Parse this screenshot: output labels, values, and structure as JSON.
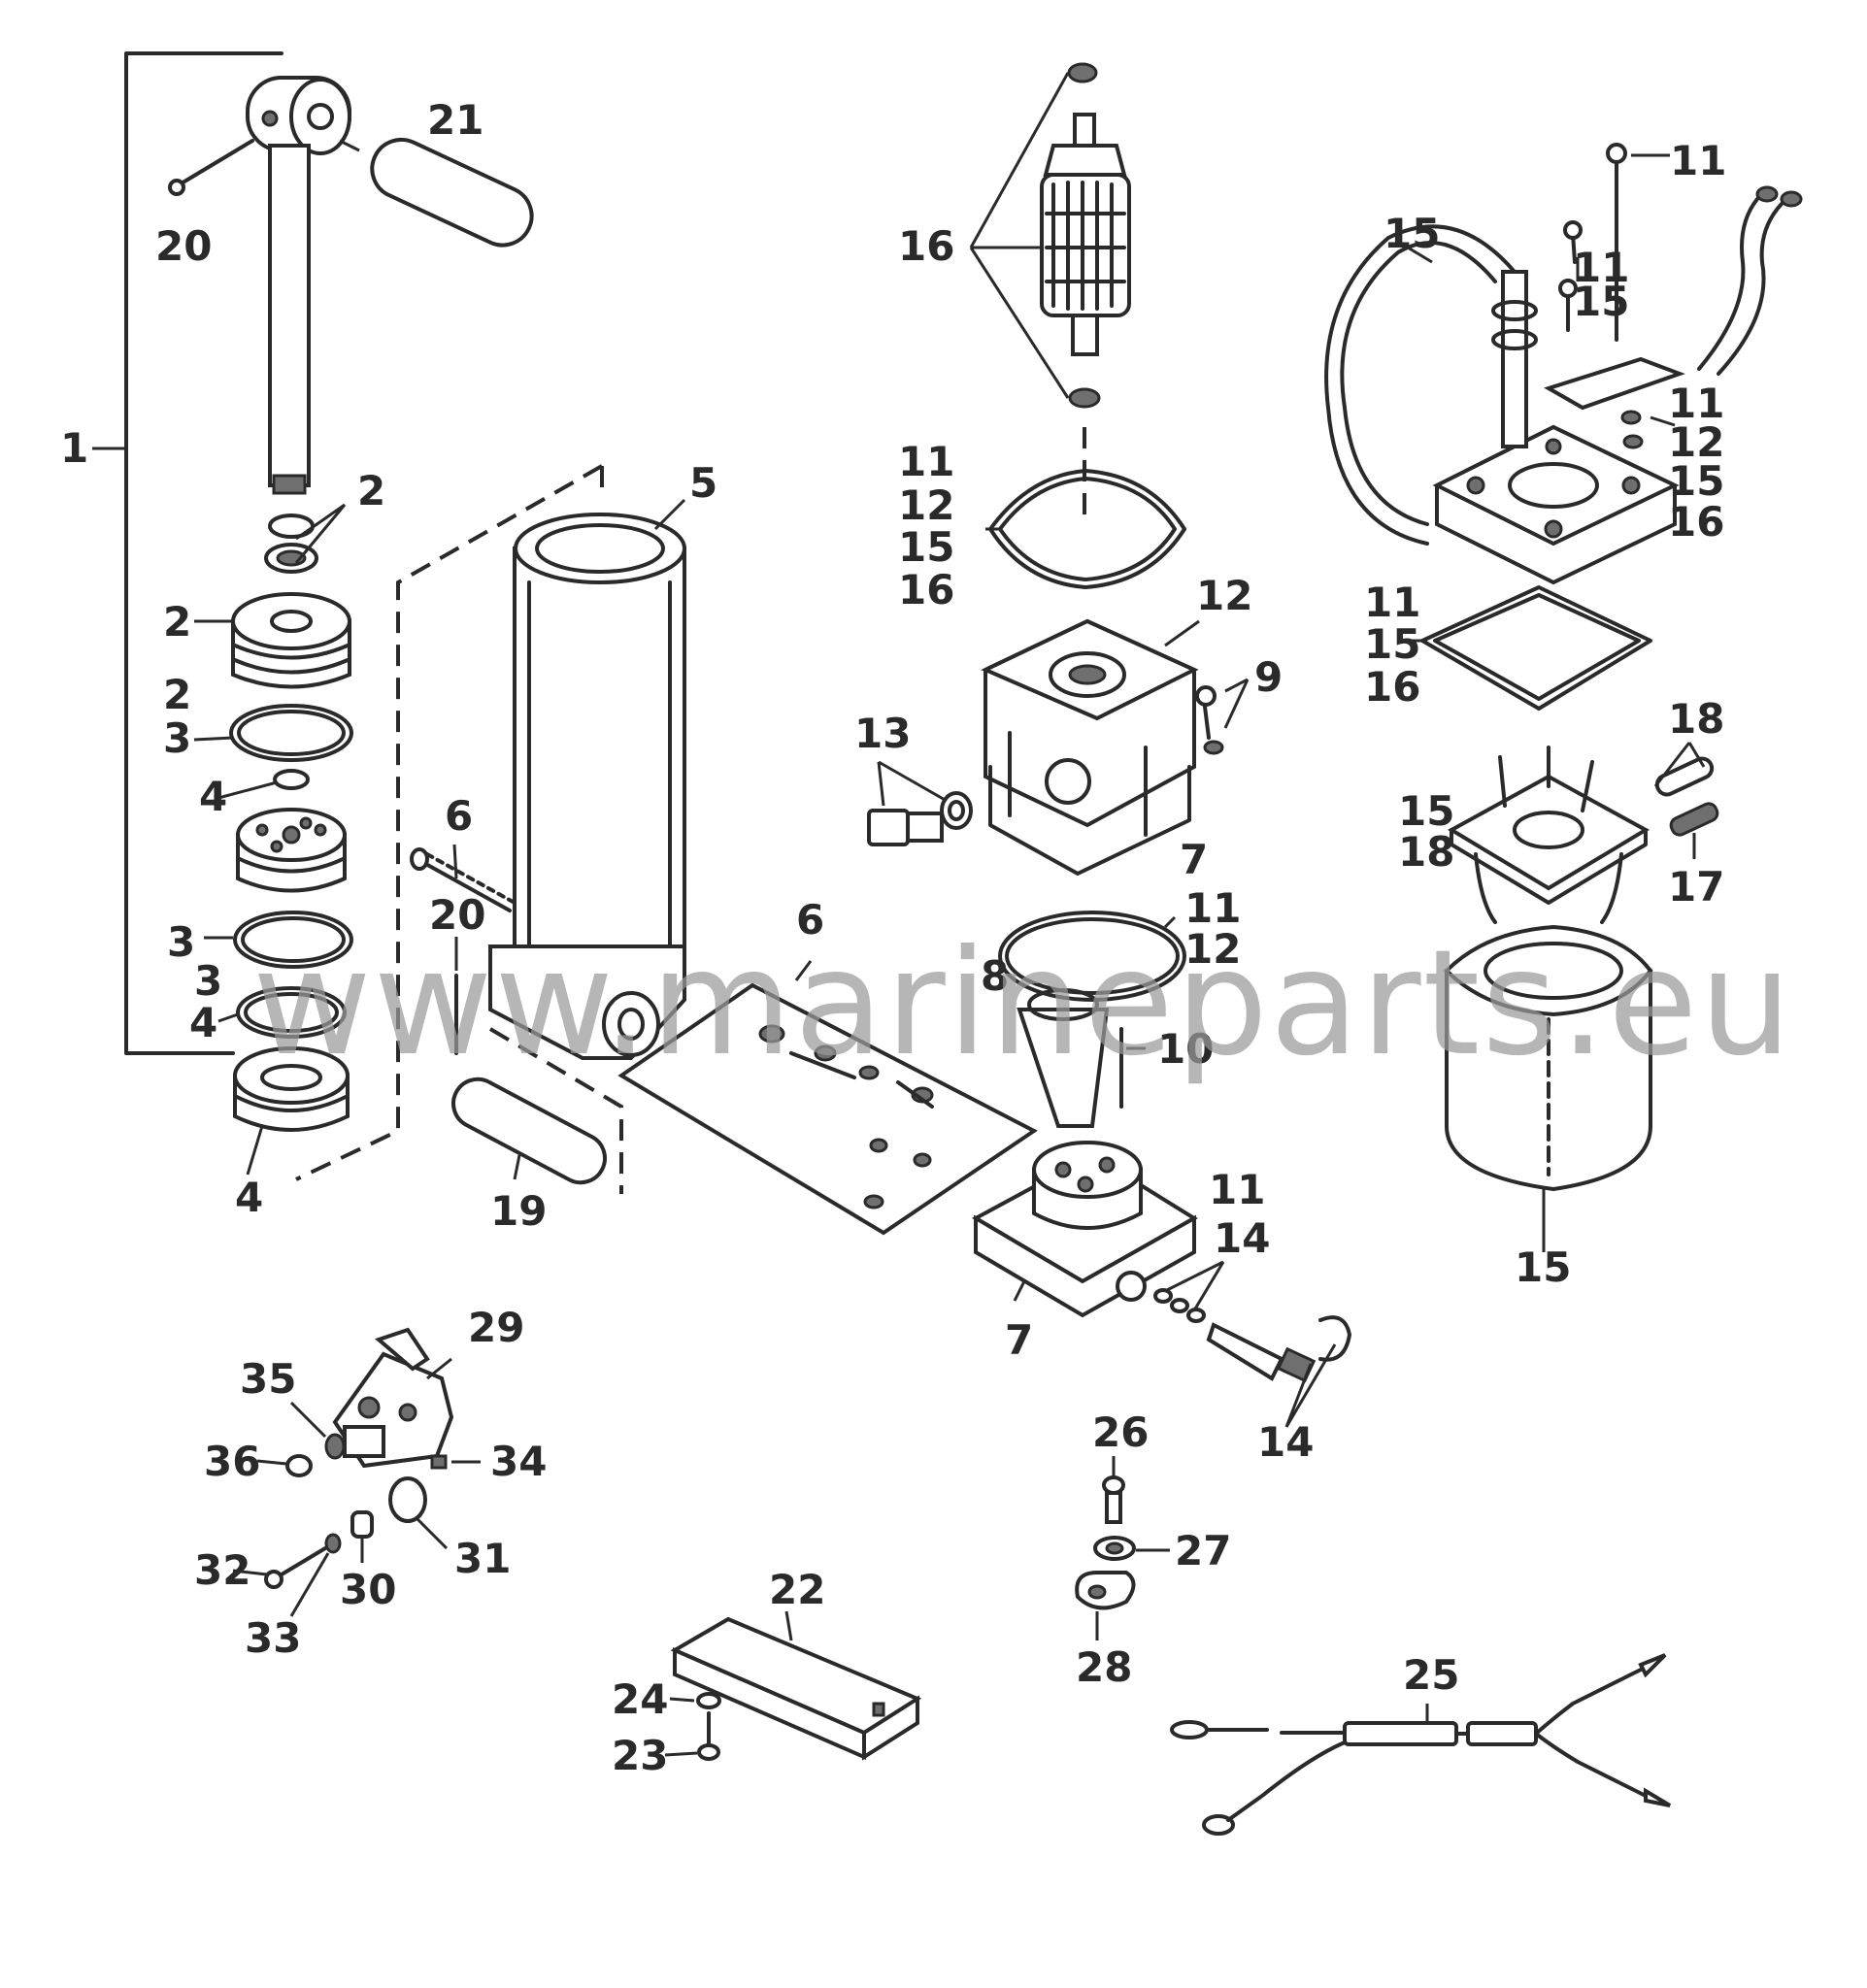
{
  "watermark": "www.marineparts.eu",
  "callouts": [
    {
      "id": "c1",
      "text": "1"
    },
    {
      "id": "c2a",
      "text": "2"
    },
    {
      "id": "c2b",
      "text": "2"
    },
    {
      "id": "c2c",
      "text": "2"
    },
    {
      "id": "c3a",
      "text": "3"
    },
    {
      "id": "c3b",
      "text": "3"
    },
    {
      "id": "c3c",
      "text": "3"
    },
    {
      "id": "c4a",
      "text": "4"
    },
    {
      "id": "c4b",
      "text": "4"
    },
    {
      "id": "c4c",
      "text": "4"
    },
    {
      "id": "c5",
      "text": "5"
    },
    {
      "id": "c6a",
      "text": "6"
    },
    {
      "id": "c6b",
      "text": "6"
    },
    {
      "id": "c7a",
      "text": "7"
    },
    {
      "id": "c7b",
      "text": "7"
    },
    {
      "id": "c8",
      "text": "8"
    },
    {
      "id": "c9",
      "text": "9"
    },
    {
      "id": "c10",
      "text": "10"
    },
    {
      "id": "c11a",
      "text": "11"
    },
    {
      "id": "c11b",
      "text": "11"
    },
    {
      "id": "c11c",
      "text": "11"
    },
    {
      "id": "c11d",
      "text": "11"
    },
    {
      "id": "c11e",
      "text": "11"
    },
    {
      "id": "c11f",
      "text": "11"
    },
    {
      "id": "c11g",
      "text": "11"
    },
    {
      "id": "c12a",
      "text": "12"
    },
    {
      "id": "c12b",
      "text": "12"
    },
    {
      "id": "c12c",
      "text": "12"
    },
    {
      "id": "c12d",
      "text": "12"
    },
    {
      "id": "c13",
      "text": "13"
    },
    {
      "id": "c14a",
      "text": "14"
    },
    {
      "id": "c14b",
      "text": "14"
    },
    {
      "id": "c15a",
      "text": "15"
    },
    {
      "id": "c15b",
      "text": "15"
    },
    {
      "id": "c15c",
      "text": "15"
    },
    {
      "id": "c15d",
      "text": "15"
    },
    {
      "id": "c15e",
      "text": "15"
    },
    {
      "id": "c15f",
      "text": "15"
    },
    {
      "id": "c15g",
      "text": "15"
    },
    {
      "id": "c16a",
      "text": "16"
    },
    {
      "id": "c16b",
      "text": "16"
    },
    {
      "id": "c16c",
      "text": "16"
    },
    {
      "id": "c16d",
      "text": "16"
    },
    {
      "id": "c17",
      "text": "17"
    },
    {
      "id": "c18a",
      "text": "18"
    },
    {
      "id": "c18b",
      "text": "18"
    },
    {
      "id": "c19",
      "text": "19"
    },
    {
      "id": "c20a",
      "text": "20"
    },
    {
      "id": "c20b",
      "text": "20"
    },
    {
      "id": "c21",
      "text": "21"
    },
    {
      "id": "c22",
      "text": "22"
    },
    {
      "id": "c23",
      "text": "23"
    },
    {
      "id": "c24",
      "text": "24"
    },
    {
      "id": "c25",
      "text": "25"
    },
    {
      "id": "c26",
      "text": "26"
    },
    {
      "id": "c27",
      "text": "27"
    },
    {
      "id": "c28",
      "text": "28"
    },
    {
      "id": "c29",
      "text": "29"
    },
    {
      "id": "c30",
      "text": "30"
    },
    {
      "id": "c31",
      "text": "31"
    },
    {
      "id": "c32",
      "text": "32"
    },
    {
      "id": "c33",
      "text": "33"
    },
    {
      "id": "c34",
      "text": "34"
    },
    {
      "id": "c35",
      "text": "35"
    },
    {
      "id": "c36",
      "text": "36"
    }
  ]
}
